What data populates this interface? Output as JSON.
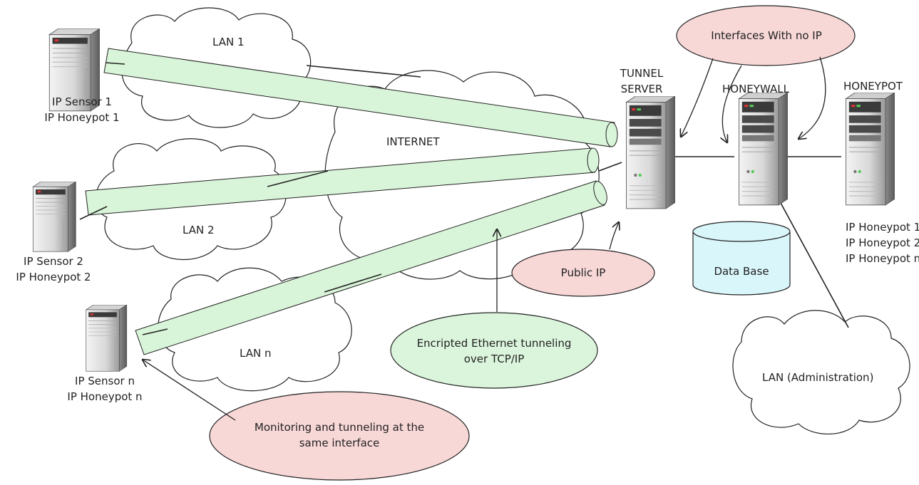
{
  "clouds": {
    "lan1": "LAN 1",
    "lan2": "LAN 2",
    "lann": "LAN n",
    "internet": "INTERNET",
    "lan_admin": "LAN (Administration)"
  },
  "sensors": [
    {
      "line1": "IP Sensor 1",
      "line2": "IP Honeypot 1"
    },
    {
      "line1": "IP Sensor 2",
      "line2": "IP Honeypot 2"
    },
    {
      "line1": "IP Sensor n",
      "line2": "IP Honeypot n"
    }
  ],
  "servers": {
    "tunnel_line1": "TUNNEL",
    "tunnel_line2": "SERVER",
    "honeywall": "HONEYWALL",
    "honeypot": "HONEYPOT"
  },
  "honeypot_ips": [
    "IP Honeypot 1",
    "IP Honeypot 2",
    "IP Honeypot n"
  ],
  "database": "Data Base",
  "callouts": {
    "interfaces_no_ip": "Interfaces With no IP",
    "public_ip": "Public IP",
    "encrypted_line1": "Encripted Ethernet tunneling",
    "encrypted_line2": "over TCP/IP",
    "monitoring_line1": "Monitoring and tunneling at the",
    "monitoring_line2": "same interface"
  },
  "colors": {
    "tunnel_fill": "#d9f5d9",
    "pink_callout": "#f8d7d7",
    "green_callout": "#dbf5dc",
    "database_fill": "#d9f6fb"
  }
}
